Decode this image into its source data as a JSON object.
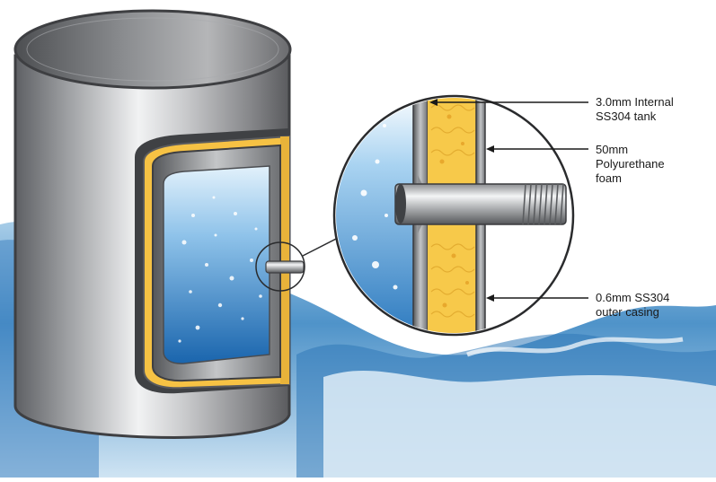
{
  "callouts": {
    "inner_tank": {
      "line1": "3.0mm Internal",
      "line2": "SS304 tank"
    },
    "foam": {
      "line1": "50mm",
      "line2": "Polyurethane",
      "line3": "foam"
    },
    "outer_casing": {
      "line1": "0.6mm SS304",
      "line2": "outer casing"
    }
  },
  "colors": {
    "steel_light": "#e6e7e9",
    "steel_dark": "#6d6f73",
    "foam_yellow": "#f7c94a",
    "water_light": "#dbeefa",
    "water_deep": "#1b6db5",
    "background_water": "#3d86c4"
  }
}
